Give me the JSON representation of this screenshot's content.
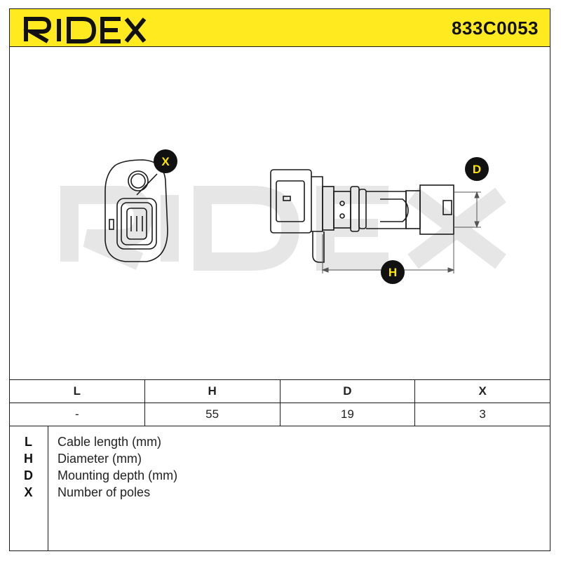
{
  "header": {
    "brand": "RIDEX",
    "part_number": "833C0053"
  },
  "drawing": {
    "watermark": "RIDEX",
    "callouts": {
      "x": "X",
      "d": "D",
      "h": "H"
    }
  },
  "dimensions_table": {
    "columns": [
      "L",
      "H",
      "D",
      "X"
    ],
    "values": [
      "-",
      "55",
      "19",
      "3"
    ]
  },
  "legend": [
    {
      "key": "L",
      "description": "Cable length (mm)"
    },
    {
      "key": "H",
      "description": "Diameter (mm)"
    },
    {
      "key": "D",
      "description": "Mounting depth (mm)"
    },
    {
      "key": "X",
      "description": "Number of poles"
    }
  ],
  "colors": {
    "header_yellow": "#ffea1f",
    "callout_yellow": "#ffe500",
    "line": "#1a1a1a",
    "watermark": "#e6e6e6"
  }
}
